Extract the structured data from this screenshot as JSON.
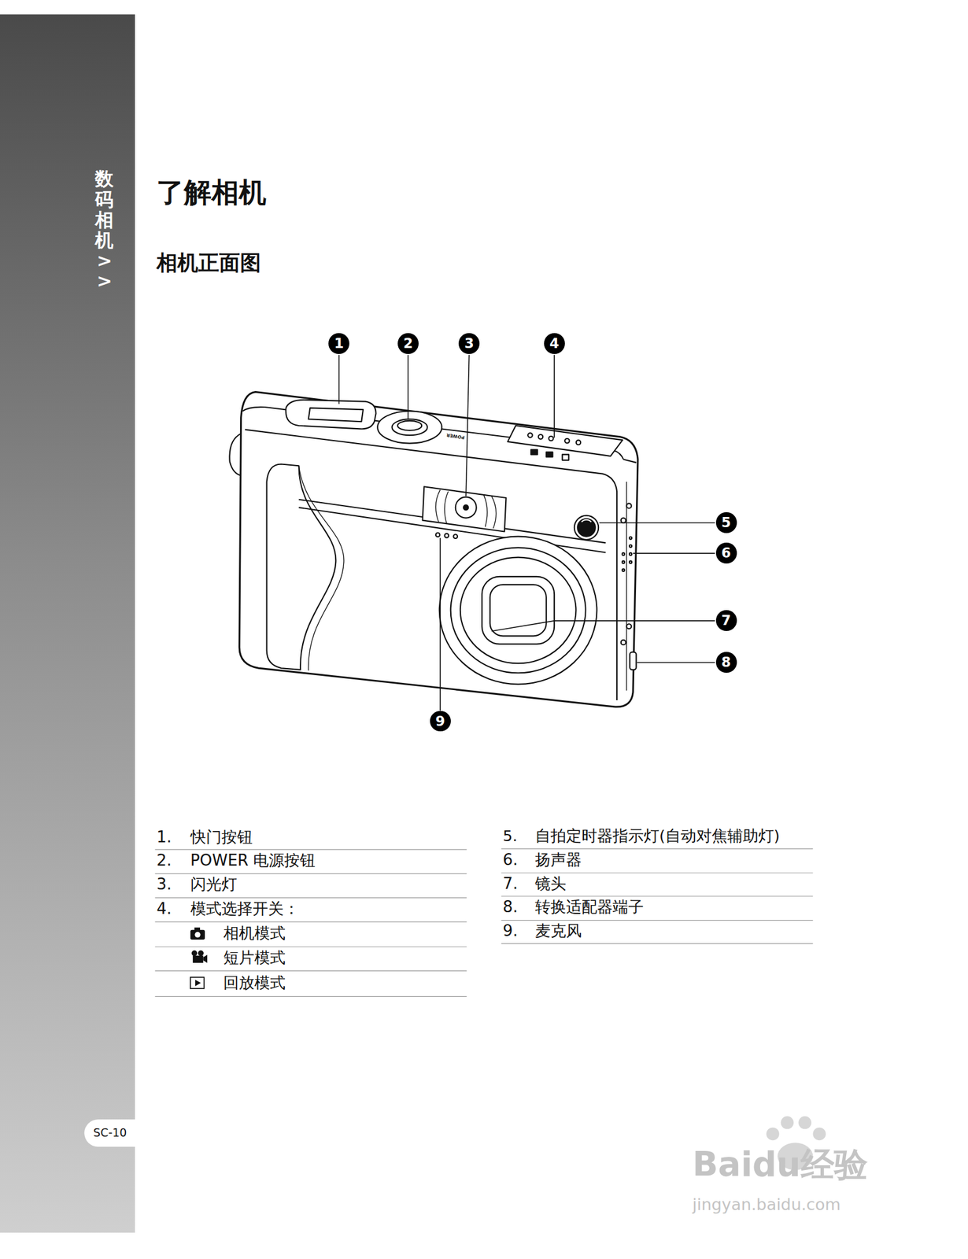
{
  "diagram": {
    "title": "了解相机",
    "labels": [
      "数码相机 >>",
      "相机正面图",
      "1",
      "2",
      "3",
      "4",
      "5",
      "6",
      "7",
      "8",
      "9",
      "1.",
      "快门按钮",
      "2.",
      "POWER 电源按钮",
      "3.",
      "闪光灯",
      "4.",
      "模式选择开关：",
      "相机模式",
      "短片模式",
      "回放模式",
      "5.",
      "自拍定时器指示灯(自动对焦辅助灯)",
      "6.",
      "扬声器",
      "7.",
      "镜头",
      "8.",
      "转换适配器端子",
      "9.",
      "麦克风",
      "POWER",
      "SC-10",
      "Baidu经验",
      "jingyan.baidu.com"
    ]
  }
}
